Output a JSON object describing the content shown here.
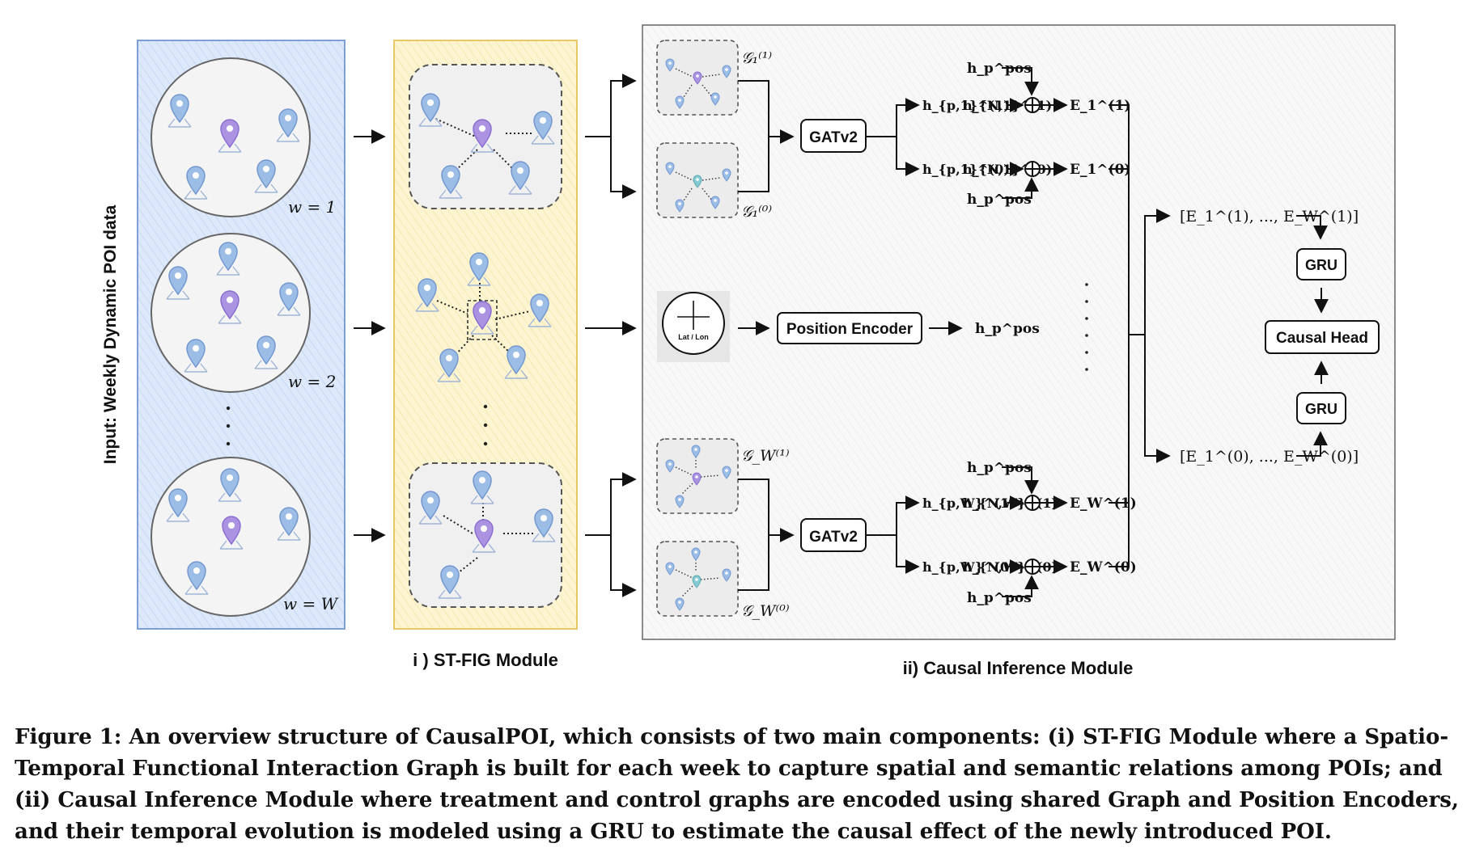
{
  "input_label": "Input: Weekly Dynamic POI data",
  "weeks": [
    "w = 1",
    "w = 2",
    "w = W"
  ],
  "module_i_title": "i ) ST-FIG Module",
  "module_ii_title": "ii) Causal Inference Module",
  "graph_labels": {
    "g1_treat": "𝒢₁⁽¹⁾",
    "g1_ctrl": "𝒢₁⁽⁰⁾",
    "gW_treat": "𝒢_W⁽¹⁾",
    "gW_ctrl": "𝒢_W⁽⁰⁾"
  },
  "blocks": {
    "gat_top": "GATv2",
    "gat_bottom": "GATv2",
    "position_encoder": "Position Encoder",
    "gru_top": "GRU",
    "gru_bottom": "GRU",
    "causal_head": "Causal Head",
    "latlon": "Lat / Lon"
  },
  "math": {
    "h_pos": "h_p^pos",
    "h_p1_treat": "h_{p,1}^(1)",
    "h_N1_treat": "h_{N,1}^(1)",
    "h_p1_ctrl": "h_{p,1}^(0)",
    "h_N1_ctrl": "h_{N,1}^(0)",
    "E1_treat": "E_1^(1)",
    "E1_ctrl": "E_1^(0)",
    "h_pW_treat": "h_{p,W}^(1)",
    "h_NW_treat": "h_{N,W}^(1)",
    "h_pW_ctrl": "h_{p,W}^(0)",
    "h_NW_ctrl": "h_{N,W}^(0)",
    "EW_treat": "E_W^(1)",
    "EW_ctrl": "E_W^(0)",
    "seq_treat": "[E_1^(1), ..., E_W^(1)]",
    "seq_ctrl": "[E_1^(0), ..., E_W^(0)]"
  },
  "caption": "Figure 1: An overview structure of CausalPOI, which consists of two main components: (i) ST-FIG Module where a Spatio-Temporal Functional Interaction Graph is built for each week to capture spatial and semantic relations among POIs; and (ii) Causal Inference Module where treatment and control graphs are encoded using shared Graph and Position Encoders, and their temporal evolution is modeled using a GRU to estimate the causal effect of the newly introduced POI.",
  "colors": {
    "input_panel": "#dde9fb",
    "input_panel_border": "#7e9fd6",
    "stfig_panel": "#fdf4d2",
    "stfig_panel_border": "#e6c966",
    "causal_panel": "#f7f7f7",
    "pin_blue": "#8fb3e0",
    "pin_purple": "#a98de0",
    "pin_teal": "#7fc7cf"
  }
}
